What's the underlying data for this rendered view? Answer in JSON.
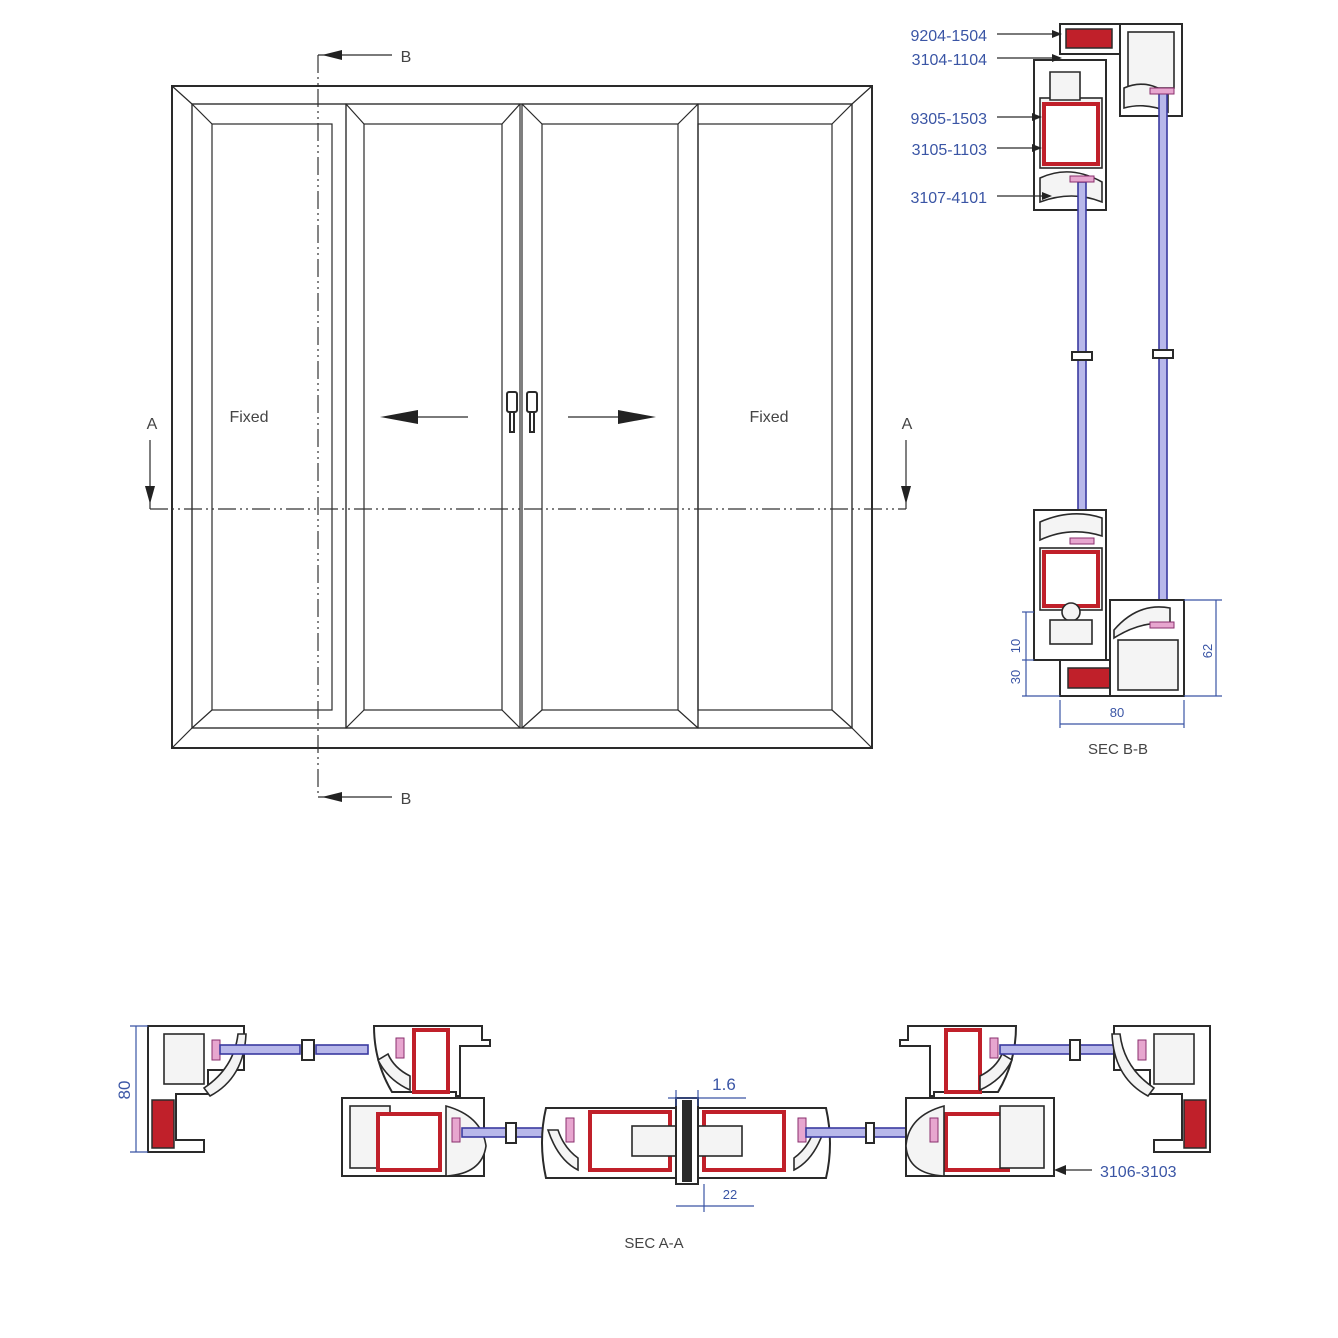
{
  "elevation": {
    "panel_left_label": "Fixed",
    "panel_right_label": "Fixed",
    "section_a_left": "A",
    "section_a_right": "A",
    "section_b_top": "B",
    "section_b_bottom": "B"
  },
  "section_bb": {
    "caption": "SEC B-B",
    "codes": [
      "9204-1504",
      "3104-1104",
      "9305-1503",
      "3105-1103",
      "3107-4101"
    ],
    "dim_62": "62",
    "dim_80": "80",
    "dim_30": "30",
    "dim_10": "10"
  },
  "section_aa": {
    "caption": "SEC A-A",
    "code": "3106-3103",
    "dim_80": "80",
    "dim_1_6": "1.6",
    "dim_22": "22"
  },
  "colors": {
    "steel_reinforcement": "#c0202a",
    "glass": "#b8b8ea",
    "gasket": "#e7a6cf",
    "dimension": "#3a55a5"
  }
}
